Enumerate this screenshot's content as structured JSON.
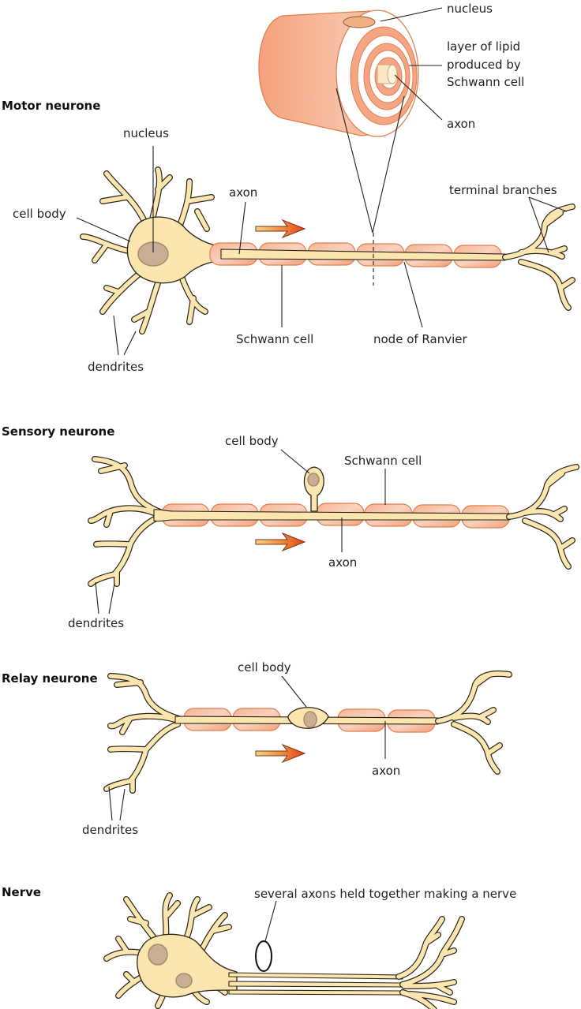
{
  "figure": {
    "colors": {
      "cytoplasm": "#fbe6b0",
      "nucleus": "#c9ad94",
      "schwann_cell": "#f2a07a",
      "arrow": "#e8552a",
      "outline": "#2a2216"
    },
    "myelin_inset": {
      "labels": {
        "nucleus": "nucleus",
        "lipid_line1": "layer of lipid",
        "lipid_line2": "produced by",
        "lipid_line3": "Schwann cell",
        "axon": "axon"
      }
    },
    "motor": {
      "title": "Motor neurone",
      "labels": {
        "nucleus": "nucleus",
        "cell_body": "cell body",
        "axon": "axon",
        "terminal_branches": "terminal branches",
        "schwann_cell": "Schwann cell",
        "node_of_ranvier": "node of Ranvier",
        "dendrites": "dendrites"
      },
      "impulse_direction": "right"
    },
    "sensory": {
      "title": "Sensory neurone",
      "labels": {
        "cell_body": "cell body",
        "schwann_cell": "Schwann cell",
        "axon": "axon",
        "dendrites": "dendrites"
      },
      "impulse_direction": "right"
    },
    "relay": {
      "title": "Relay neurone",
      "labels": {
        "cell_body": "cell body",
        "axon": "axon",
        "dendrites": "dendrites"
      },
      "impulse_direction": "right"
    },
    "nerve": {
      "title": "Nerve",
      "labels": {
        "bundle": "several axons held together making a nerve"
      }
    }
  }
}
